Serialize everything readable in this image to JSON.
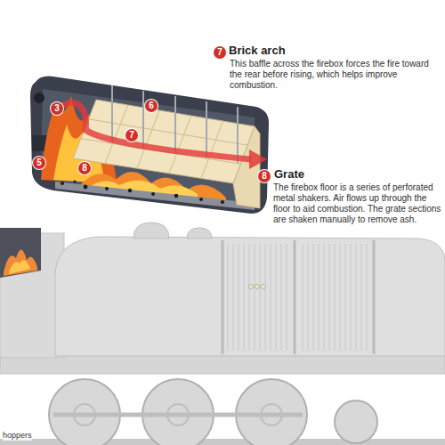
{
  "diagram": {
    "labels": [
      "7",
      "Brick arch",
      "This baffle across the firebox forces the fire toward the rear before rising, which helps improve combustion.",
      "3",
      "6",
      "7",
      "5",
      "8",
      "8",
      "Grate",
      "The firebox floor is a series of perforated metal shakers. Air flows up through the floor to aid combustion. The grate sections are shaken manually to remove ash.",
      "hoppers"
    ]
  }
}
